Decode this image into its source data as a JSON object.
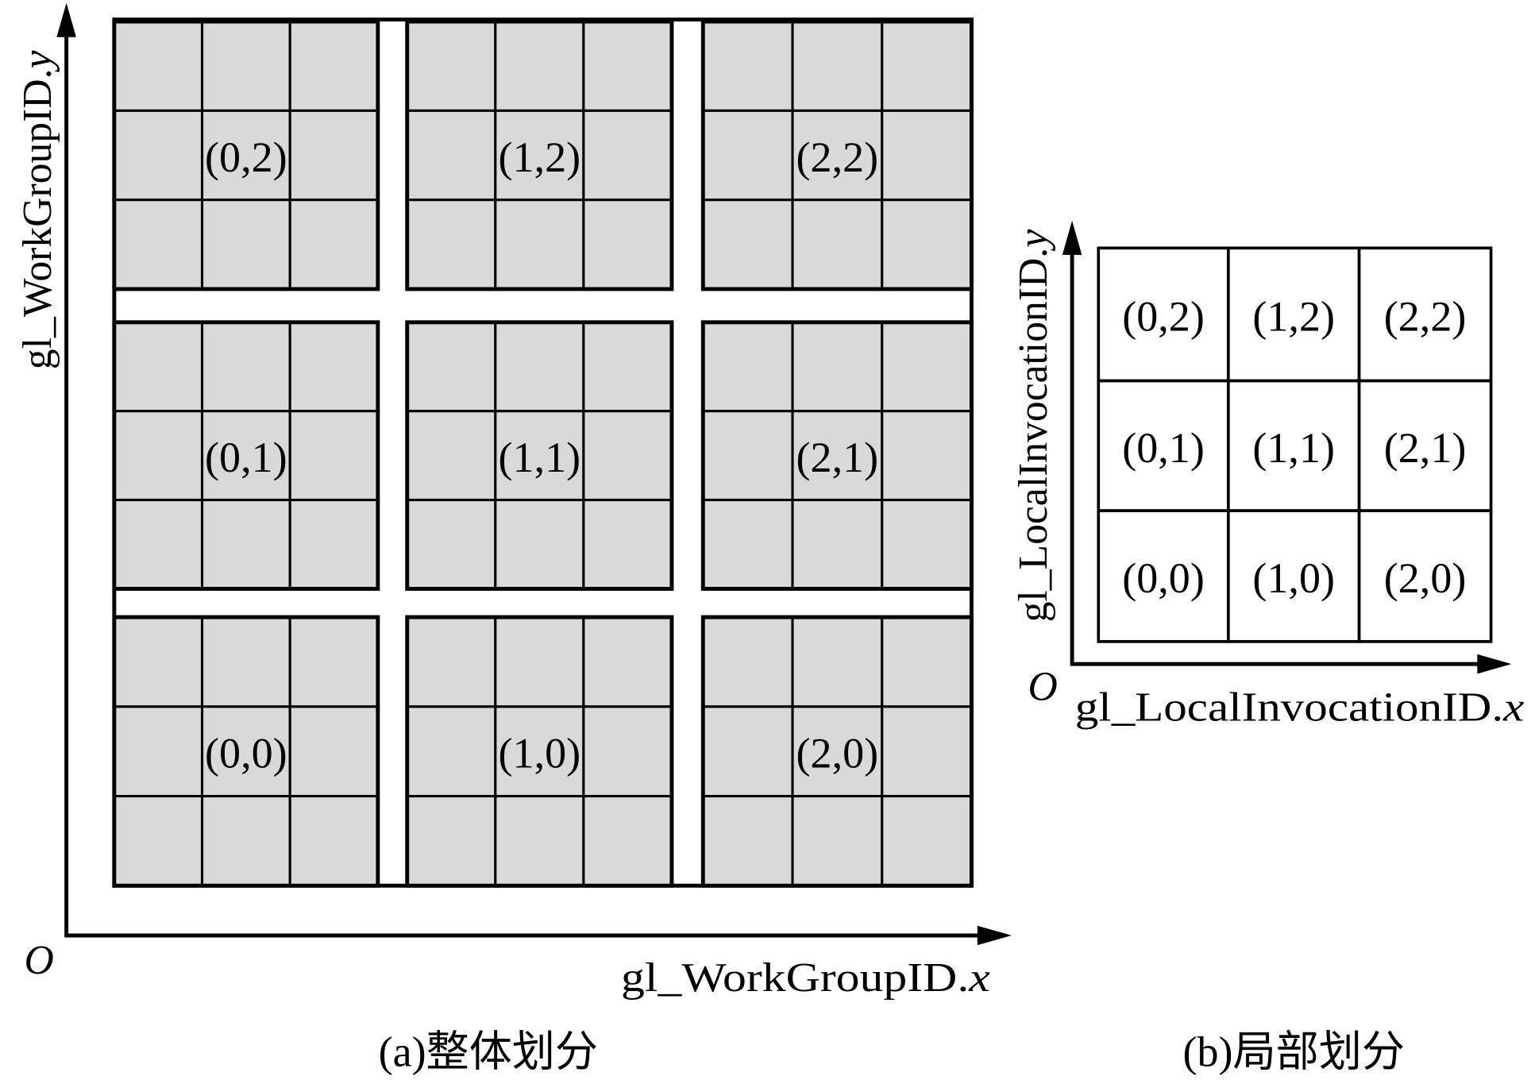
{
  "colors": {
    "stroke": "#000000",
    "workgroup_fill": "#d9d9d9",
    "invocation_fill": "#ffffff"
  },
  "panel_a": {
    "origin": "O",
    "y_axis": {
      "name": "gl_WorkGroupID.",
      "component": "y"
    },
    "x_axis": {
      "name": "gl_WorkGroupID.",
      "component": "x"
    },
    "cells_per_workgroup": [
      3,
      3
    ],
    "workgroup_rows": [
      [
        "(0,2)",
        "(1,2)",
        "(2,2)"
      ],
      [
        "(0,1)",
        "(1,1)",
        "(2,1)"
      ],
      [
        "(0,0)",
        "(1,0)",
        "(2,0)"
      ]
    ],
    "caption": "(a)整体划分"
  },
  "panel_b": {
    "origin": "O",
    "y_axis": {
      "name": "gl_LocalInvocationID.",
      "component": "y"
    },
    "x_axis": {
      "name": "gl_LocalInvocationID.",
      "component": "x"
    },
    "invocation_rows": [
      [
        "(0,2)",
        "(1,2)",
        "(2,2)"
      ],
      [
        "(0,1)",
        "(1,1)",
        "(2,1)"
      ],
      [
        "(0,0)",
        "(1,0)",
        "(2,0)"
      ]
    ],
    "caption": "(b)局部划分"
  }
}
